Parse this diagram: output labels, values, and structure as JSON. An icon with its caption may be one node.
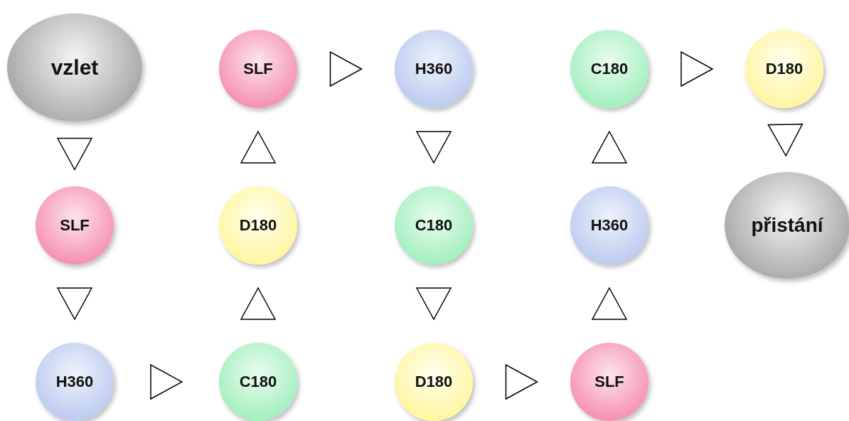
{
  "diagram": {
    "nodes": [
      {
        "text": [
          "vzlet"
        ]
      },
      {
        "text": [
          "SLF"
        ]
      },
      {
        "text": [
          "H360"
        ]
      },
      {
        "text": [
          "C180"
        ]
      },
      {
        "text": [
          "D180"
        ]
      },
      {
        "text": [
          "SLF"
        ]
      },
      {
        "text": [
          "H360"
        ]
      },
      {
        "text": [
          "C180"
        ]
      },
      {
        "text": [
          "D180"
        ]
      },
      {
        "text": [
          "SLF"
        ]
      },
      {
        "text": [
          "H360"
        ]
      },
      {
        "text": [
          "C180"
        ]
      },
      {
        "text": [
          "D180"
        ]
      },
      {
        "text": [
          "přistání"
        ]
      }
    ],
    "edges": [
      {
        "from": 0,
        "to": 1,
        "arrow": "to"
      },
      {
        "from": 1,
        "to": 2,
        "arrow": "to"
      },
      {
        "from": 2,
        "to": 3,
        "arrow": "to"
      },
      {
        "from": 3,
        "to": 4,
        "arrow": "to"
      },
      {
        "from": 4,
        "to": 5,
        "arrow": "to"
      },
      {
        "from": 5,
        "to": 6,
        "arrow": "to"
      },
      {
        "from": 6,
        "to": 7,
        "arrow": "to"
      },
      {
        "from": 7,
        "to": 8,
        "arrow": "to"
      },
      {
        "from": 8,
        "to": 9,
        "arrow": "to"
      },
      {
        "from": 9,
        "to": 10,
        "arrow": "to"
      },
      {
        "from": 10,
        "to": 11,
        "arrow": "to"
      },
      {
        "from": 11,
        "to": 12,
        "arrow": "to"
      },
      {
        "from": 12,
        "to": 13,
        "arrow": "to"
      }
    ]
  }
}
